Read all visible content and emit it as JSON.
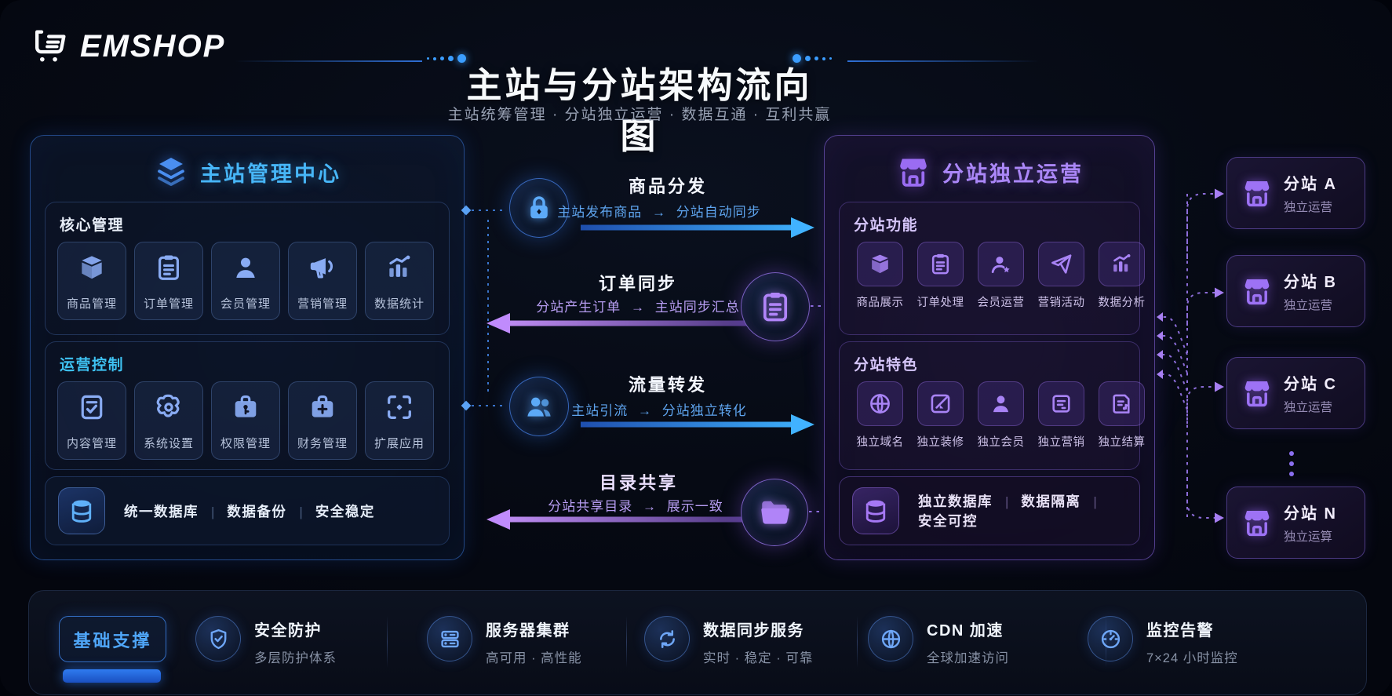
{
  "brand": {
    "name": "EMSHOP",
    "logo_icon": "cart-icon"
  },
  "header": {
    "title": "主站与分站架构流向图",
    "subtitle": "主站统筹管理 · 分站独立运营 · 数据互通 · 互利共赢"
  },
  "main_panel": {
    "icon": "layers-icon",
    "title": "主站管理中心",
    "sections": [
      {
        "label": "核心管理",
        "tiles": [
          {
            "icon": "package-icon",
            "label": "商品管理"
          },
          {
            "icon": "clipboard-icon",
            "label": "订单管理"
          },
          {
            "icon": "user-icon",
            "label": "会员管理"
          },
          {
            "icon": "megaphone-icon",
            "label": "营销管理"
          },
          {
            "icon": "chart-icon",
            "label": "数据统计"
          }
        ]
      },
      {
        "label": "运营控制",
        "tiles": [
          {
            "icon": "doc-check-icon",
            "label": "内容管理"
          },
          {
            "icon": "gear-icon",
            "label": "系统设置"
          },
          {
            "icon": "case-key-icon",
            "label": "权限管理"
          },
          {
            "icon": "case-plus-icon",
            "label": "财务管理"
          },
          {
            "icon": "scan-icon",
            "label": "扩展应用"
          }
        ]
      }
    ],
    "footer": {
      "icon": "database-icon",
      "items": [
        "统一数据库",
        "数据备份",
        "安全稳定"
      ]
    }
  },
  "flows": [
    {
      "icon": "lock-icon",
      "title": "商品分发",
      "subtitle": "主站发布商品 → 分站自动同步",
      "direction": "right",
      "color": "#38a8ff"
    },
    {
      "icon": "clipboard-icon",
      "title": "订单同步",
      "subtitle": "分站产生订单 → 主站同步汇总",
      "direction": "left",
      "color": "#a855f7"
    },
    {
      "icon": "users-icon",
      "title": "流量转发",
      "subtitle": "主站引流 → 分站独立转化",
      "direction": "right",
      "color": "#38a8ff"
    },
    {
      "icon": "folder-icon",
      "title": "目录共享",
      "subtitle": "分站共享目录 → 展示一致",
      "direction": "left",
      "color": "#a855f7"
    }
  ],
  "sub_panel": {
    "icon": "store-icon",
    "title": "分站独立运营",
    "sections": [
      {
        "label": "分站功能",
        "tiles": [
          {
            "icon": "package-icon",
            "label": "商品展示"
          },
          {
            "icon": "clipboard-icon",
            "label": "订单处理"
          },
          {
            "icon": "user-star-icon",
            "label": "会员运营"
          },
          {
            "icon": "plane-icon",
            "label": "营销活动"
          },
          {
            "icon": "chart-icon",
            "label": "数据分析"
          }
        ]
      },
      {
        "label": "分站特色",
        "tiles": [
          {
            "icon": "globe-icon",
            "label": "独立域名"
          },
          {
            "icon": "edit-icon",
            "label": "独立装修"
          },
          {
            "icon": "user-icon",
            "label": "独立会员"
          },
          {
            "icon": "doc-lines-icon",
            "label": "独立营销"
          },
          {
            "icon": "doc-note-icon",
            "label": "独立结算"
          }
        ]
      }
    ],
    "footer": {
      "icon": "database-icon",
      "items": [
        "独立数据库",
        "数据隔离",
        "安全可控"
      ]
    }
  },
  "sub_sites": [
    {
      "icon": "store-icon",
      "name": "分站 A",
      "desc": "独立运营"
    },
    {
      "icon": "store-icon",
      "name": "分站 B",
      "desc": "独立运营"
    },
    {
      "icon": "store-icon",
      "name": "分站 C",
      "desc": "独立运营"
    },
    {
      "icon": "store-icon",
      "name": "分站 N",
      "desc": "独立运算"
    }
  ],
  "foundation": {
    "label": "基础支撑",
    "items": [
      {
        "icon": "shield-icon",
        "title": "安全防护",
        "desc": "多层防护体系"
      },
      {
        "icon": "server-icon",
        "title": "服务器集群",
        "desc": "高可用 · 高性能"
      },
      {
        "icon": "sync-icon",
        "title": "数据同步服务",
        "desc": "实时 · 稳定 · 可靠"
      },
      {
        "icon": "globe-icon",
        "title": "CDN 加速",
        "desc": "全球加速访问"
      },
      {
        "icon": "gauge-icon",
        "title": "监控告警",
        "desc": "7×24 小时监控"
      }
    ]
  },
  "colors": {
    "accent_blue": "#3b82f6",
    "accent_cyan": "#3ec2f2",
    "accent_purple": "#8b5cf6",
    "arrow_blue": "#38a8ff",
    "arrow_purple": "#a855f7",
    "background": "#05080f"
  }
}
